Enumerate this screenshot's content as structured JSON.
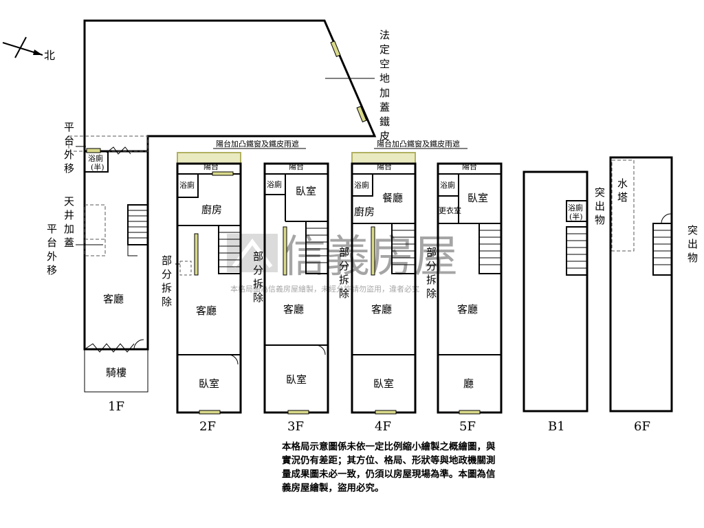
{
  "compass": {
    "north": "北"
  },
  "watermark": {
    "brand": "信義房屋",
    "notice": "本格局圖為信義房屋繪製，未經允許請勿盜用，違者必究"
  },
  "labels": {
    "legal_open_space": "法定空地加蓋鐵皮",
    "balcony_extension_left": "陽台加凸鐵窗及鐵皮雨遮",
    "balcony_extension_right": "陽台加凸鐵窗及鐵皮雨遮",
    "platform_moved_1": "平台外移",
    "platform_moved_2": "平台外移",
    "skylight_roofed": "天井加蓋",
    "partial_removal_2f": "部分拆除",
    "partial_removal_3f": "部分拆除",
    "partial_removal_4f": "部分拆除",
    "partial_removal_5f": "部分拆除",
    "rooftop_protrusion_b1": "突出物",
    "rooftop_protrusion_6f": "突出物"
  },
  "floors": {
    "f1": {
      "label": "1F",
      "living": "客廳",
      "arcade": "騎樓",
      "bath": "浴廁",
      "bath_half": "(半)"
    },
    "f2": {
      "label": "2F",
      "balcony": "陽台",
      "bath": "浴廁",
      "kitchen": "廚房",
      "living": "客廳",
      "bedroom": "臥室"
    },
    "f3": {
      "label": "3F",
      "balcony": "陽台",
      "bath": "浴廁",
      "bedroom_top": "臥室",
      "living": "客廳",
      "bedroom": "臥室"
    },
    "f4": {
      "label": "4F",
      "balcony": "陽台",
      "bath": "浴廁",
      "dining": "餐廳",
      "kitchen": "廚房",
      "living": "客廳",
      "bedroom": "臥室"
    },
    "f5": {
      "label": "5F",
      "balcony": "陽台",
      "bath": "浴廁",
      "closet": "更衣室",
      "bedroom_top": "臥室",
      "living": "客廳",
      "hall": "廳"
    },
    "b1": {
      "label": "B1",
      "bath": "浴廁",
      "bath_half": "(半)"
    },
    "f6": {
      "label": "6F",
      "water_tower": "水塔"
    }
  },
  "disclaimer": "本格局示意圖係未依一定比例縮小繪製之概繪圖，與實況仍有差距；其方位、格局、形狀等與地政機關測量成果圖未必一致，仍須以房屋現場為準。本圖為信義房屋繪製，盜用必究。"
}
